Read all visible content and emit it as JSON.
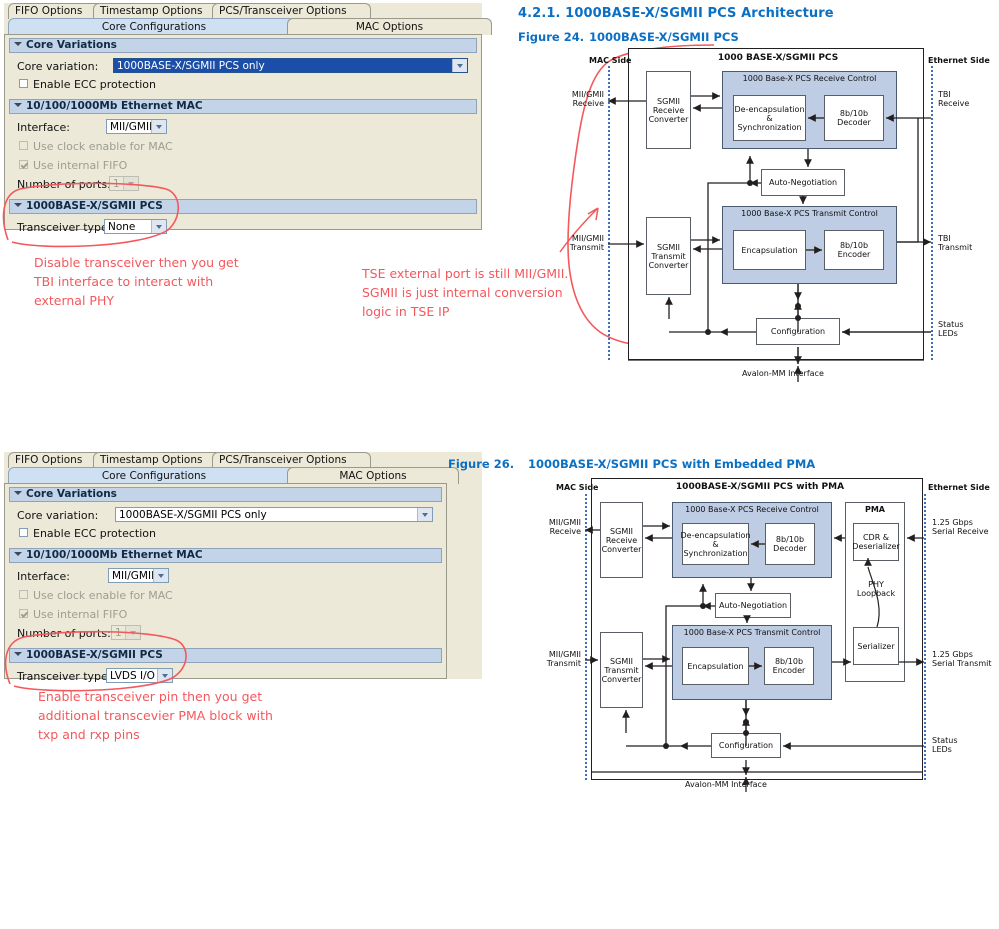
{
  "doc": {
    "section_heading": "4.2.1. 1000BASE-X/SGMII PCS Architecture",
    "fig24_num": "Figure 24.",
    "fig24_title": "1000BASE-X/SGMII PCS",
    "fig26_num": "Figure 26.",
    "fig26_title": "1000BASE-X/SGMII PCS with Embedded PMA"
  },
  "panel_top": {
    "tabs_row1": [
      {
        "label": "FIFO Options",
        "selected": false
      },
      {
        "label": "Timestamp Options",
        "selected": false
      },
      {
        "label": "PCS/Transceiver Options",
        "selected": false
      }
    ],
    "tabs_row2": [
      {
        "label": "Core Configurations",
        "selected": true
      },
      {
        "label": "MAC Options",
        "selected": false
      }
    ],
    "group_core_variations": "Core Variations",
    "core_variation_label": "Core variation:",
    "core_variation_value": "1000BASE-X/SGMII PCS only",
    "ecc_label": "Enable ECC protection",
    "ecc_checked": false,
    "group_mac": "10/100/1000Mb Ethernet MAC",
    "interface_label": "Interface:",
    "interface_value": "MII/GMII",
    "clock_enable_label": "Use clock enable for MAC",
    "internal_fifo_label": "Use internal FIFO",
    "ports_label": "Number of ports:",
    "ports_value": "1",
    "group_pcs": "1000BASE-X/SGMII PCS",
    "transceiver_label": "Transceiver type:",
    "transceiver_value": "None"
  },
  "panel_bottom": {
    "tabs_row1": [
      {
        "label": "FIFO Options",
        "selected": false
      },
      {
        "label": "Timestamp Options",
        "selected": false
      },
      {
        "label": "PCS/Transceiver Options",
        "selected": false
      }
    ],
    "tabs_row2": [
      {
        "label": "Core Configurations",
        "selected": true
      },
      {
        "label": "MAC Options",
        "selected": false
      }
    ],
    "group_core_variations": "Core Variations",
    "core_variation_label": "Core variation:",
    "core_variation_value": "1000BASE-X/SGMII PCS only",
    "ecc_label": "Enable ECC protection",
    "ecc_checked": false,
    "group_mac": "10/100/1000Mb Ethernet MAC",
    "interface_label": "Interface:",
    "interface_value": "MII/GMII",
    "clock_enable_label": "Use clock enable for MAC",
    "internal_fifo_label": "Use internal FIFO",
    "ports_label": "Number of ports:",
    "ports_value": "1",
    "group_pcs": "1000BASE-X/SGMII PCS",
    "transceiver_label": "Transceiver type:",
    "transceiver_value": "LVDS I/O"
  },
  "annotations": {
    "color": "#f4585c",
    "note_top_left": "Disable transceiver then you get\nTBI interface to interact with\nexternal PHY",
    "note_top_mid": "TSE external port is still MII/GMII.\nSGMII is just internal conversion\nlogic in TSE IP",
    "note_bottom_left": "Enable transceiver pin then you get\nadditional transcevier PMA block with\ntxp and rxp pins"
  },
  "fig24": {
    "frame_title": "1000 BASE-X/SGMII PCS",
    "side_left": "MAC Side",
    "side_right": "Ethernet Side",
    "ports_left": [
      "MII/GMII\nReceive",
      "MII/GMII\nTransmit"
    ],
    "ports_right": [
      "TBI\nReceive",
      "TBI\nTransmit",
      "Status\nLEDs"
    ],
    "bottom_label": "Avalon-MM Interface",
    "blocks": [
      "SGMII\nReceive\nConverter",
      "1000 Base-X PCS Receive Control",
      "De-encapsulation\n&\nSynchronization",
      "8b/10b\nDecoder",
      "Auto-Negotiation",
      "SGMII\nTransmit\nConverter",
      "1000 Base-X PCS Transmit Control",
      "Encapsulation",
      "8b/10b\nEncoder",
      "Configuration"
    ]
  },
  "fig26": {
    "frame_title": "1000BASE-X/SGMII PCS with PMA",
    "side_left": "MAC Side",
    "side_right": "Ethernet Side",
    "ports_left": [
      "MII/GMII\nReceive",
      "MII/GMII\nTransmit"
    ],
    "ports_right": [
      "1.25 Gbps\nSerial Receive",
      "1.25 Gbps\nSerial Transmit",
      "Status\nLEDs"
    ],
    "bottom_label": "Avalon-MM Interface",
    "blocks": [
      "SGMII\nReceive\nConverter",
      "1000 Base-X PCS Receive Control",
      "De-encapsulation\n&\nSynchronization",
      "8b/10b\nDecoder",
      "Auto-Negotiation",
      "SGMII\nTransmit\nConverter",
      "1000 Base-X PCS Transmit Control",
      "Encapsulation",
      "8b/10b\nEncoder",
      "Configuration",
      "PMA",
      "CDR &\nDeserializer",
      "PHY\nLoopback",
      "Serializer"
    ]
  },
  "colors": {
    "accent_blue": "#0b6fc4",
    "block_blue": "#bfcde4",
    "group_header": "#c3d4e8",
    "dialog_bg": "#ece9d8",
    "selection_blue": "#1b4ea8",
    "annotation_red": "#f4585c"
  }
}
